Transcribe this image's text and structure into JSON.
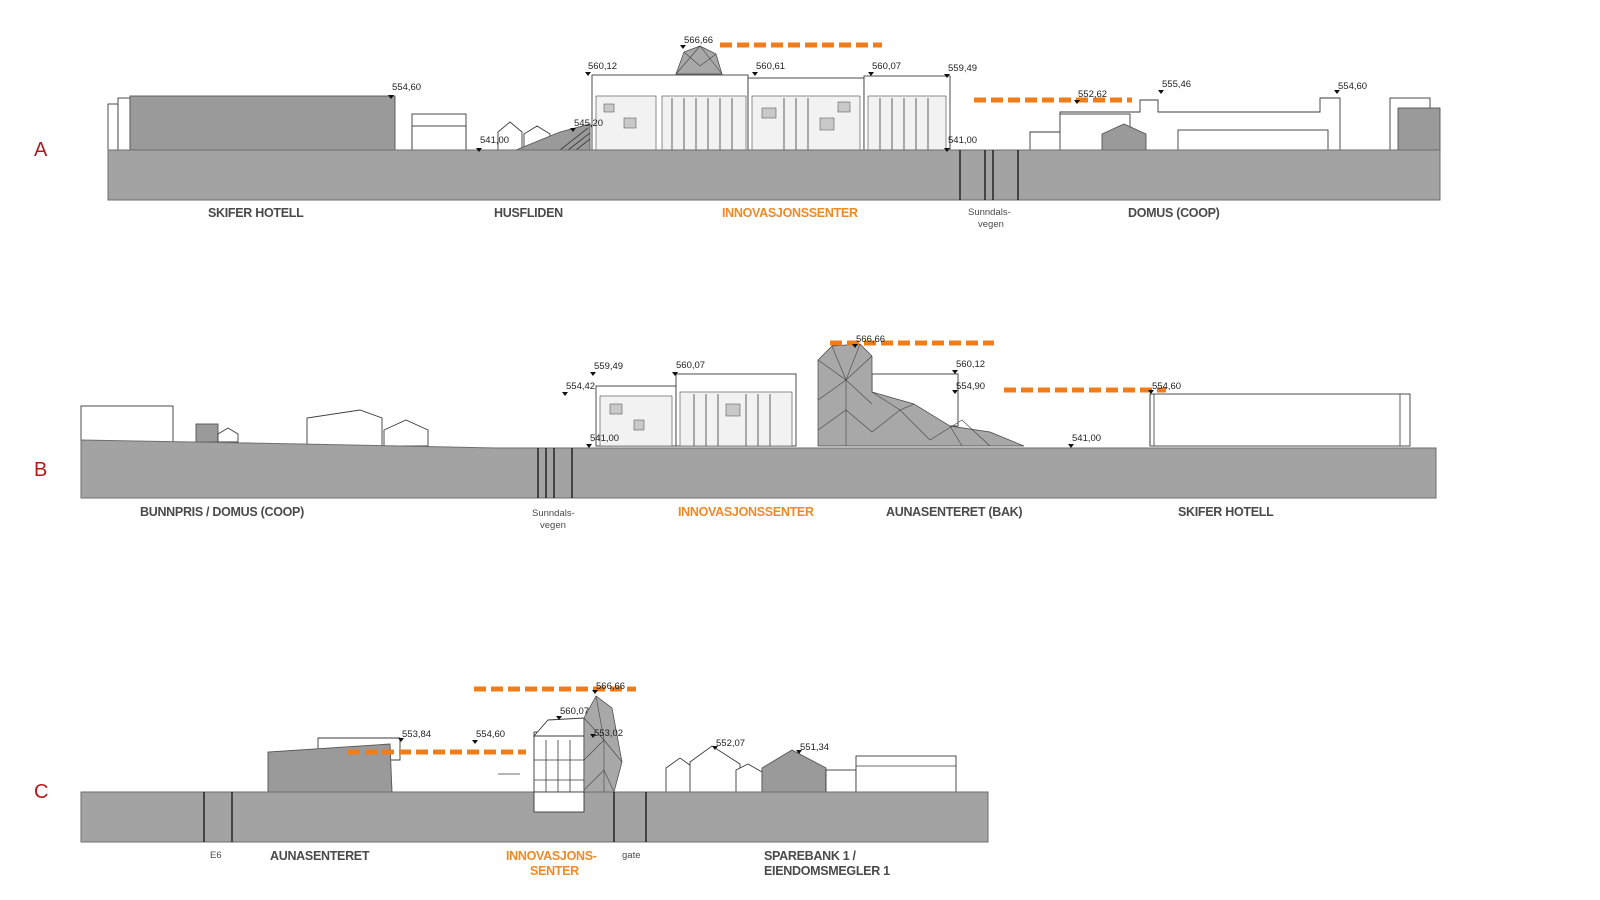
{
  "sections": [
    {
      "letter": "A",
      "labels": [
        "SKIFER HOTELL",
        "HUSFLIDEN",
        "DOMUS (COOP)"
      ],
      "highlight": "INNOVASJONSSENTER",
      "road_label_1": "Sunndals-",
      "road_label_2": "vegen",
      "elevations": [
        "554,60",
        "541,00",
        "545,20",
        "560,12",
        "566,66",
        "560,61",
        "560,07",
        "559,49",
        "541,00",
        "552,62",
        "555,46",
        "554,60"
      ]
    },
    {
      "letter": "B",
      "labels": [
        "BUNNPRIS / DOMUS (COOP)",
        "AUNASENTERET (BAK)",
        "SKIFER HOTELL"
      ],
      "highlight": "INNOVASJONSSENTER",
      "road_label_1": "Sunndals-",
      "road_label_2": "vegen",
      "elevations": [
        "559,49",
        "554,42",
        "541,00",
        "560,07",
        "566,66",
        "560,12",
        "554,90",
        "554,60",
        "541,00"
      ]
    },
    {
      "letter": "C",
      "labels": [
        "E6",
        "AUNASENTERET",
        "gate",
        "SPAREBANK 1 /",
        "EIENDOMSMEGLER 1"
      ],
      "highlight_1": "INNOVASJONS-",
      "highlight_2": "SENTER",
      "elevations": [
        "553,84",
        "554,60",
        "566,66",
        "560,07",
        "553,02",
        "552,07",
        "551,34"
      ]
    }
  ],
  "colors": {
    "section_letter": "#b3191b",
    "highlight_text": "#f08a24",
    "height_line": "#f07c1a",
    "ground": "#a3a3a3"
  }
}
